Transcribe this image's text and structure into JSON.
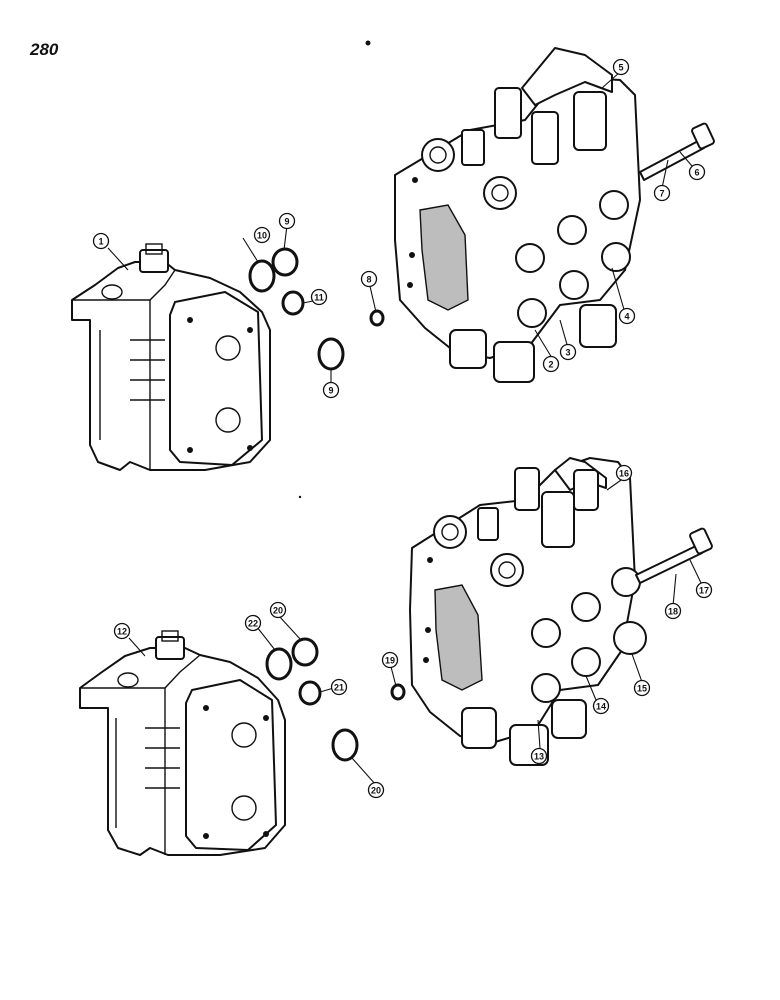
{
  "page": {
    "number": "280"
  },
  "diagram": {
    "callouts": [
      "1",
      "2",
      "3",
      "4",
      "5",
      "6",
      "7",
      "8",
      "9",
      "9",
      "10",
      "11",
      "12",
      "13",
      "14",
      "15",
      "16",
      "17",
      "18",
      "19",
      "20",
      "20",
      "21",
      "22"
    ]
  }
}
